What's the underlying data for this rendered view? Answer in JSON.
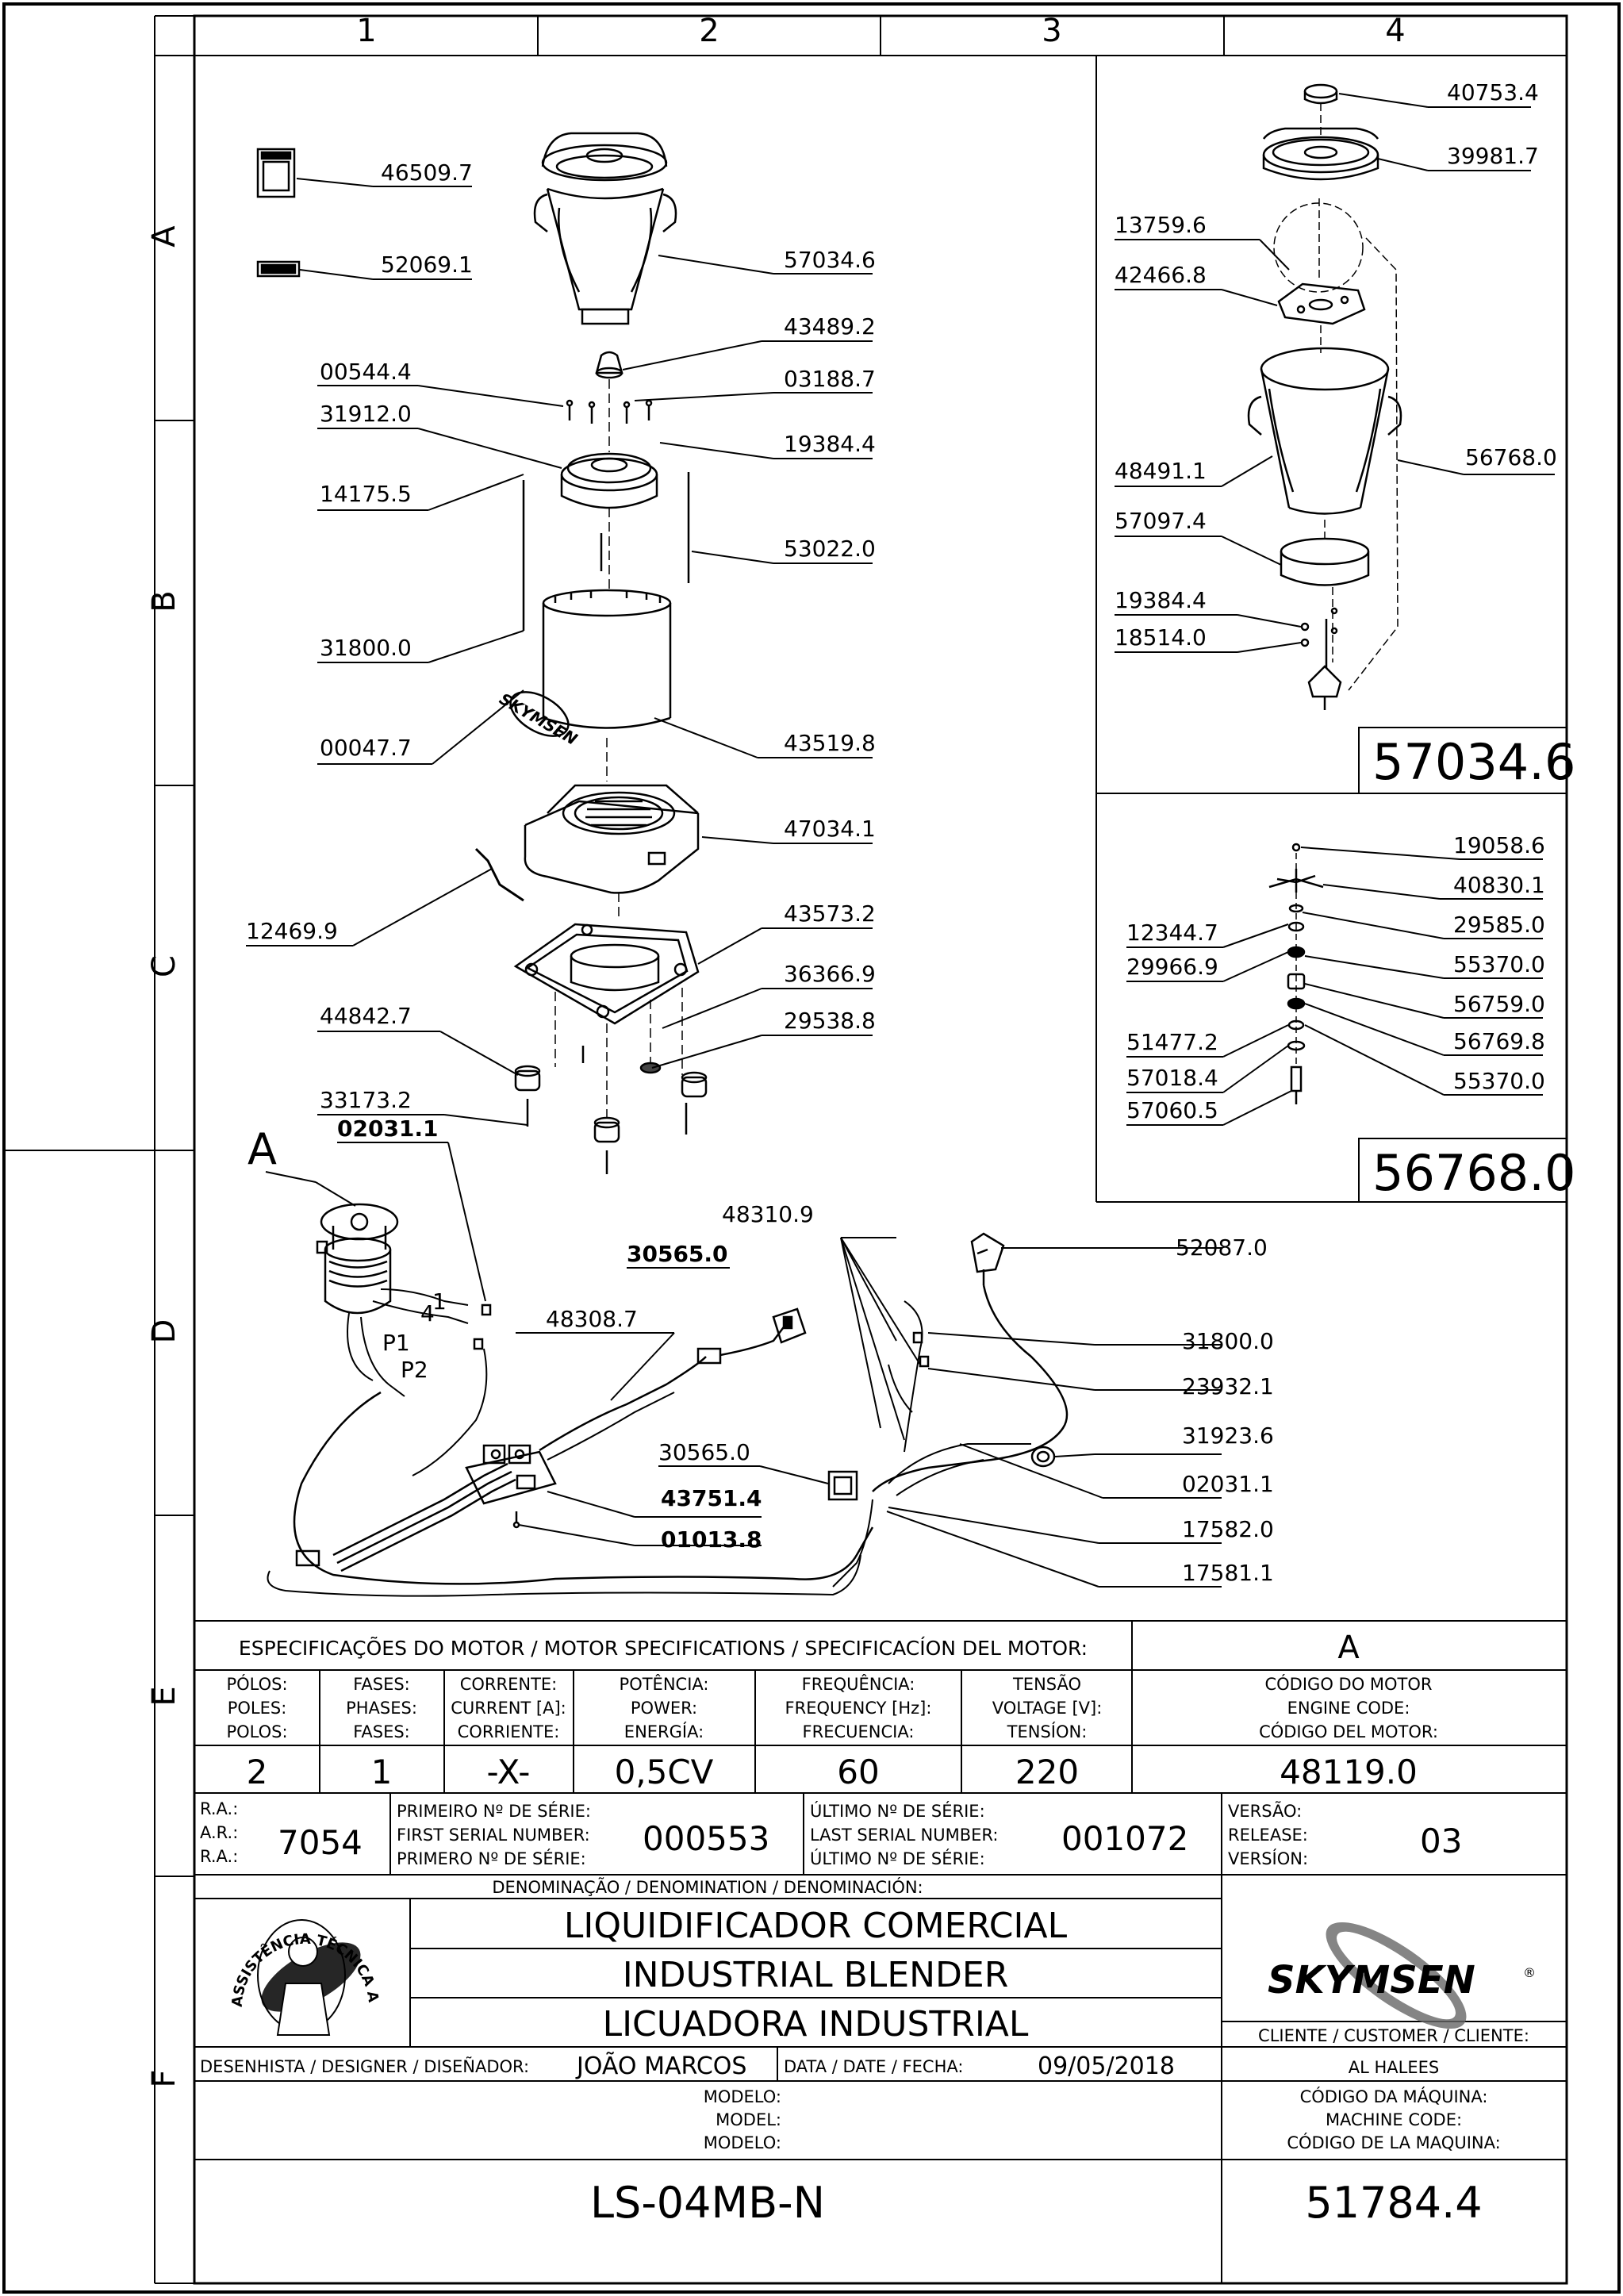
{
  "grid": {
    "columns": [
      "1",
      "2",
      "3",
      "4"
    ],
    "rows": [
      "A",
      "B",
      "C",
      "D",
      "E",
      "F"
    ]
  },
  "callouts": {
    "p46509_7": "46509.7",
    "p52069_1": "52069.1",
    "p57034_6": "57034.6",
    "p43489_2": "43489.2",
    "p00544_4": "00544.4",
    "p03188_7": "03188.7",
    "p31912_0": "31912.0",
    "p19384_4": "19384.4",
    "p14175_5": "14175.5",
    "p53022_0": "53022.0",
    "p31800_0": "31800.0",
    "p00047_7": "00047.7",
    "p43519_8": "43519.8",
    "p47034_1": "47034.1",
    "p12469_9": "12469.9",
    "p43573_2": "43573.2",
    "p36366_9": "36366.9",
    "p44842_7": "44842.7",
    "p29538_8": "29538.8",
    "p33173_2": "33173.2",
    "detail_a_label": "A",
    "d02031_1": "02031.1",
    "d48310_9": "48310.9",
    "d30565_0": "30565.0",
    "d52087_0": "52087.0",
    "d48308_7": "48308.7",
    "d31800_0": "31800.0",
    "d23932_1": "23932.1",
    "d31923_6": "31923.6",
    "d30565_0b": "30565.0",
    "d02031_1b": "02031.1",
    "d43751_4": "43751.4",
    "d17582_0": "17582.0",
    "d01013_8": "01013.8",
    "d17581_1": "17581.1",
    "wire_1": "1",
    "wire_4": "4",
    "wire_p1": "P1",
    "wire_p2": "P2"
  },
  "jar_assembly": {
    "p40753_4": "40753.4",
    "p39981_7": "39981.7",
    "p13759_6": "13759.6",
    "p42466_8": "42466.8",
    "p56768_0": "56768.0",
    "p48491_1": "48491.1",
    "p57097_4": "57097.4",
    "p19384_4": "19384.4",
    "p18514_0": "18514.0",
    "code": "57034.6"
  },
  "blade_assembly": {
    "p19058_6": "19058.6",
    "p40830_1": "40830.1",
    "p12344_7": "12344.7",
    "p29585_0": "29585.0",
    "p29966_9": "29966.9",
    "p55370_0": "55370.0",
    "p56759_0": "56759.0",
    "p51477_2": "51477.2",
    "p56769_8": "56769.8",
    "p57018_4": "57018.4",
    "p55370_0b": "55370.0",
    "p57060_5": "57060.5",
    "code": "56768.0"
  },
  "logo_text": "SKYMSEN",
  "motor_spec": {
    "header": "ESPECIFICAÇÕES DO MOTOR / MOTOR SPECIFICATIONS / SPECIFICACÍON DEL MOTOR:",
    "variant": "A",
    "columns": [
      {
        "l1": "PÓLOS:",
        "l2": "POLES:",
        "l3": "POLOS:",
        "value": "2"
      },
      {
        "l1": "FASES:",
        "l2": "PHASES:",
        "l3": "FASES:",
        "value": "1"
      },
      {
        "l1": "CORRENTE:",
        "l2": "CURRENT [A]:",
        "l3": "CORRIENTE:",
        "value": "-X-"
      },
      {
        "l1": "POTÊNCIA:",
        "l2": "POWER:",
        "l3": "ENERGÍA:",
        "value": "0,5CV"
      },
      {
        "l1": "FREQUÊNCIA:",
        "l2": "FREQUENCY [Hz]:",
        "l3": "FRECUENCIA:",
        "value": "60"
      },
      {
        "l1": "TENSÃO",
        "l2": "VOLTAGE [V]:",
        "l3": "TENSÍON:",
        "value": "220"
      }
    ],
    "engine_code_l1": "CÓDIGO DO MOTOR",
    "engine_code_l2": "ENGINE CODE:",
    "engine_code_l3": "CÓDIGO DEL MOTOR:",
    "engine_code": "48119.0"
  },
  "serials": {
    "ra_l1": "R.A.:",
    "ra_l2": "A.R.:",
    "ra_l3": "R.A.:",
    "ra": "7054",
    "first_l1": "PRIMEIRO Nº DE SÉRIE:",
    "first_l2": "FIRST SERIAL NUMBER:",
    "first_l3": "PRIMERO Nº DE SÉRIE:",
    "first": "000553",
    "last_l1": "ÚLTIMO Nº DE SÉRIE:",
    "last_l2": "LAST SERIAL NUMBER:",
    "last_l3": "ÚLTIMO Nº DE SÉRIE:",
    "last": "001072",
    "version_l1": "VERSÃO:",
    "version_l2": "RELEASE:",
    "version_l3": "VERSÍON:",
    "version": "03"
  },
  "title_block": {
    "denomination_label": "DENOMINAÇÃO / DENOMINATION / DENOMINACIÓN:",
    "name_pt": "LIQUIDIFICADOR COMERCIAL",
    "name_en": "INDUSTRIAL BLENDER",
    "name_es": "LICUADORA INDUSTRIAL",
    "badge_text": "ASSISTÊNCIA TÉCNICA AUTORIZADA",
    "customer_label": "CLIENTE / CUSTOMER / CLIENTE:",
    "customer": "AL HALEES",
    "designer_label": "DESENHISTA / DESIGNER / DISEÑADOR:",
    "designer": "JOÃO MARCOS",
    "date_label": "DATA / DATE / FECHA:",
    "date": "09/05/2018",
    "model_l1": "MODELO:",
    "model_l2": "MODEL:",
    "model_l3": "MODELO:",
    "model": "LS-04MB-N",
    "machine_code_l1": "CÓDIGO DA MÁQUINA:",
    "machine_code_l2": "MACHINE CODE:",
    "machine_code_l3": "CÓDIGO DE LA MAQUINA:",
    "machine_code": "51784.4"
  }
}
